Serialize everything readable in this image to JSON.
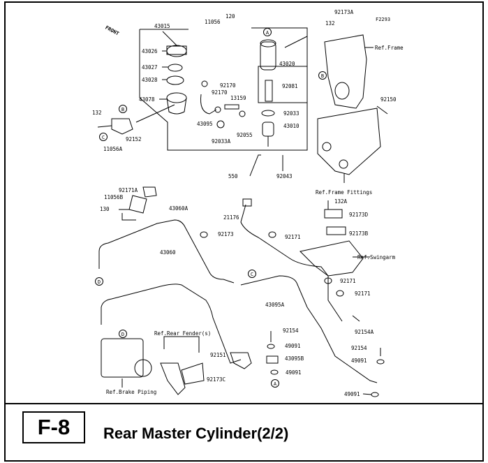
{
  "page": {
    "figure_code": "F2293",
    "section_code": "F-8",
    "section_title": "Rear Master Cylinder(2/2)",
    "front_label": "FRONT"
  },
  "callouts": [
    "A",
    "B",
    "C",
    "D"
  ],
  "part_labels": {
    "p43015": "43015",
    "p11056": "11056",
    "p120": "120",
    "p43026": "43026",
    "p43027": "43027",
    "p43028": "43028",
    "p43078": "43078",
    "p92170a": "92170",
    "p92170b": "92170",
    "p13159": "13159",
    "p43095": "43095",
    "p92033a": "92033A",
    "p92055": "92055",
    "p132a": "132",
    "p92152": "92152",
    "p11056a": "11056A",
    "p43020": "43020",
    "p92081": "92081",
    "p92033": "92033",
    "p43010": "43010",
    "p550": "550",
    "p92043": "92043",
    "p92173a": "92173A",
    "p132b": "132",
    "pref_frame": "Ref.Frame",
    "p92150": "92150",
    "pref_frame_fittings": "Ref.Frame Fittings",
    "p92171a": "92171A",
    "p11056b": "11056B",
    "p130": "130",
    "p43060a": "43060A",
    "p21176": "21176",
    "p92173": "92173",
    "p132a2": "132A",
    "p92173d": "92173D",
    "p92171_1": "92171",
    "p92173b": "92173B",
    "pref_swingarm": "Ref.Swingarm",
    "p43060": "43060",
    "p92171_2": "92171",
    "p92171_3": "92171",
    "p43095a": "43095A",
    "pref_rear_fender": "Ref.Rear Fender(s)",
    "p92154": "92154",
    "p92154a": "92154A",
    "p49091a": "49091",
    "p92151": "92151",
    "p43095b": "43095B",
    "p49091b": "49091",
    "p92173c": "92173C",
    "p92154b": "92154",
    "p49091c": "49091",
    "p49091d": "49091",
    "pref_brake_piping": "Ref.Brake Piping"
  }
}
